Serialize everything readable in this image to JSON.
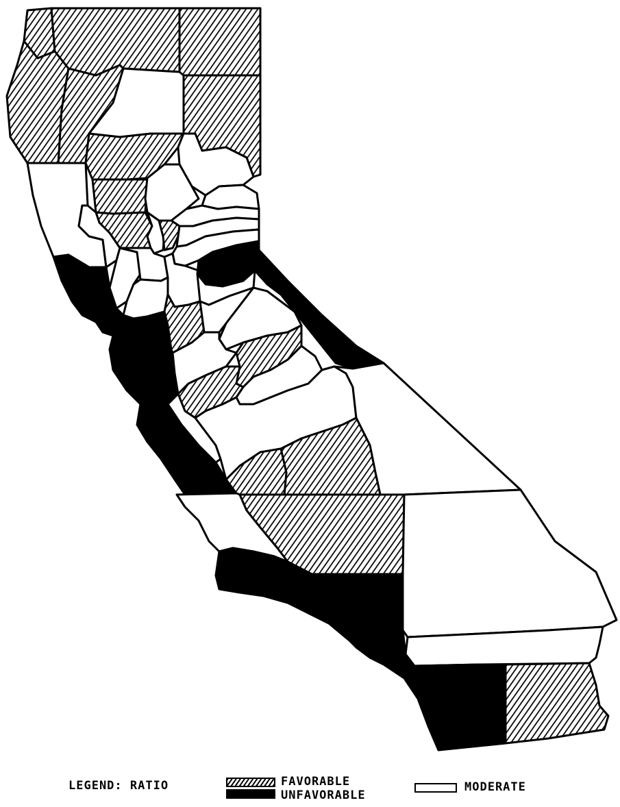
{
  "legend": {
    "title": "LEGEND: RATIO",
    "favorable": "FAVORABLE",
    "unfavorable": "UNFAVORABLE",
    "moderate": "MODERATE"
  },
  "colors": {
    "favorable": "hatched",
    "unfavorable": "#000000",
    "moderate": "#ffffff"
  },
  "regions": [
    {
      "id": "del-norte",
      "ratio": "favorable"
    },
    {
      "id": "siskiyou",
      "ratio": "favorable"
    },
    {
      "id": "modoc",
      "ratio": "favorable"
    },
    {
      "id": "humboldt",
      "ratio": "favorable"
    },
    {
      "id": "trinity",
      "ratio": "favorable"
    },
    {
      "id": "shasta",
      "ratio": "moderate"
    },
    {
      "id": "lassen",
      "ratio": "favorable"
    },
    {
      "id": "mendocino",
      "ratio": "moderate"
    },
    {
      "id": "tehama",
      "ratio": "favorable"
    },
    {
      "id": "plumas",
      "ratio": "moderate"
    },
    {
      "id": "glenn",
      "ratio": "favorable"
    },
    {
      "id": "butte",
      "ratio": "moderate"
    },
    {
      "id": "sierra",
      "ratio": "moderate"
    },
    {
      "id": "nevada",
      "ratio": "moderate"
    },
    {
      "id": "colusa",
      "ratio": "favorable"
    },
    {
      "id": "lake",
      "ratio": "moderate"
    },
    {
      "id": "sutter",
      "ratio": "moderate"
    },
    {
      "id": "yuba",
      "ratio": "favorable"
    },
    {
      "id": "placer",
      "ratio": "moderate"
    },
    {
      "id": "el-dorado",
      "ratio": "moderate"
    },
    {
      "id": "sonoma-marin",
      "ratio": "unfavorable"
    },
    {
      "id": "napa",
      "ratio": "moderate"
    },
    {
      "id": "yolo",
      "ratio": "moderate"
    },
    {
      "id": "sacramento",
      "ratio": "moderate"
    },
    {
      "id": "solano",
      "ratio": "moderate"
    },
    {
      "id": "lake-tahoe-alpine",
      "ratio": "unfavorable"
    },
    {
      "id": "mono",
      "ratio": "unfavorable"
    },
    {
      "id": "bay-area",
      "ratio": "unfavorable"
    },
    {
      "id": "san-joaquin",
      "ratio": "favorable"
    },
    {
      "id": "amador",
      "ratio": "moderate"
    },
    {
      "id": "calaveras",
      "ratio": "moderate"
    },
    {
      "id": "tuolumne",
      "ratio": "moderate"
    },
    {
      "id": "stanislaus",
      "ratio": "moderate"
    },
    {
      "id": "mariposa",
      "ratio": "favorable"
    },
    {
      "id": "merced",
      "ratio": "favorable"
    },
    {
      "id": "madera",
      "ratio": "moderate"
    },
    {
      "id": "santa-cruz-monterey-coast",
      "ratio": "unfavorable"
    },
    {
      "id": "san-benito",
      "ratio": "moderate"
    },
    {
      "id": "fresno",
      "ratio": "moderate"
    },
    {
      "id": "inyo",
      "ratio": "moderate"
    },
    {
      "id": "tulare",
      "ratio": "favorable"
    },
    {
      "id": "kings",
      "ratio": "favorable"
    },
    {
      "id": "san-luis-obispo",
      "ratio": "moderate"
    },
    {
      "id": "kern",
      "ratio": "favorable"
    },
    {
      "id": "south-coast",
      "ratio": "unfavorable"
    },
    {
      "id": "san-bernardino",
      "ratio": "moderate"
    },
    {
      "id": "riverside",
      "ratio": "moderate"
    },
    {
      "id": "san-diego",
      "ratio": "unfavorable"
    },
    {
      "id": "imperial",
      "ratio": "favorable"
    }
  ]
}
